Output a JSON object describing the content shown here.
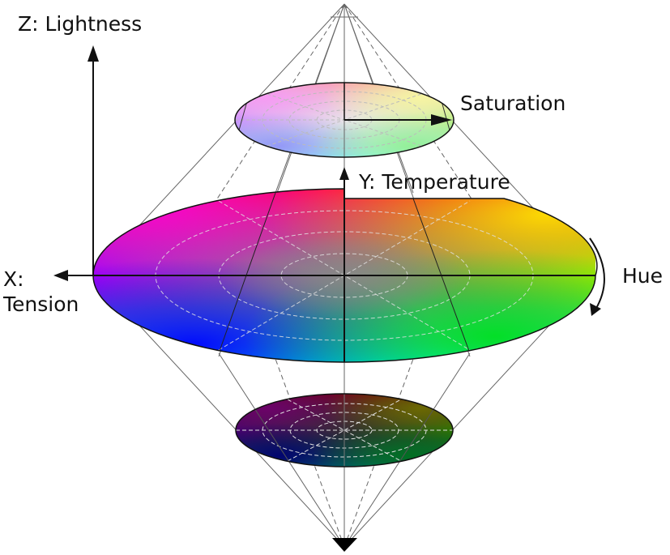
{
  "diagram": {
    "title": "HSL-style double cone color model",
    "labels": {
      "z_axis": "Z: Lightness",
      "x_axis_line1": "X:",
      "x_axis_line2": "Tension",
      "y_axis": "Y: Temperature",
      "saturation": "Saturation",
      "hue": "Hue"
    },
    "discs": [
      {
        "name": "top",
        "lightness": "high",
        "colors": {
          "left": "#f090f8",
          "top": "#f8a0a8",
          "right": "#b8f0a0",
          "bottom": "#90f0f0"
        }
      },
      {
        "name": "middle",
        "lightness": "mid",
        "colors": {
          "left": "#9010ff",
          "top": "#ff0020",
          "right": "#90f000",
          "bottom": "#00f0f0"
        }
      },
      {
        "name": "bottom",
        "lightness": "low",
        "colors": {
          "left": "#300060",
          "top": "#600010",
          "right": "#207000",
          "bottom": "#006070"
        }
      }
    ],
    "colors": {
      "line": "#111111",
      "cone_line": "#666666",
      "grid_dash": "#d8d8d8"
    }
  }
}
